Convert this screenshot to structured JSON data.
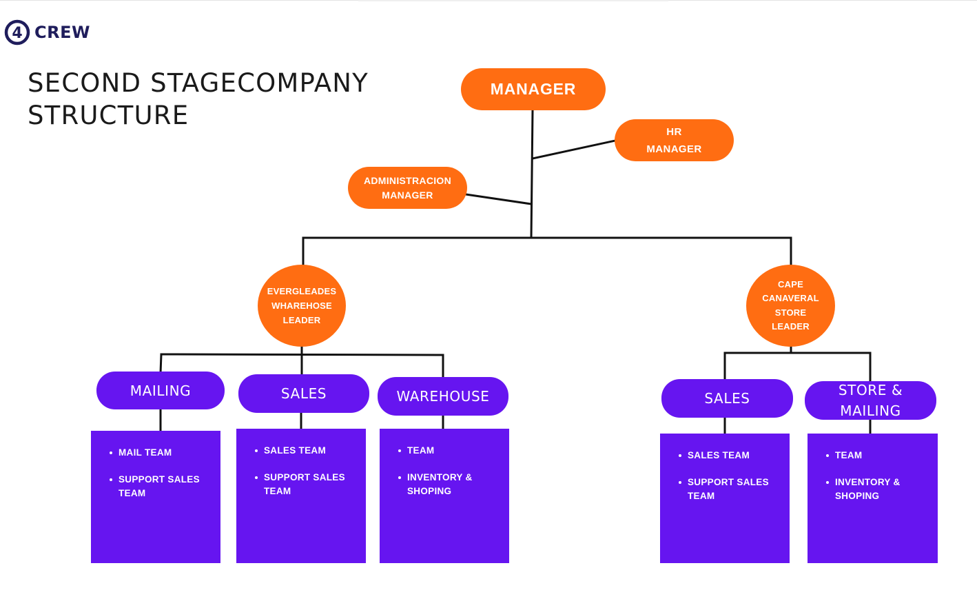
{
  "logo": {
    "text": "CREW",
    "mark_digit": "4",
    "color": "#1f1d5c"
  },
  "title": [
    "SECOND STAGECOMPANY",
    "STRUCTURE"
  ],
  "colors": {
    "orange": "#ff6d12",
    "purple": "#6615f0",
    "line": "#111111"
  },
  "nodes": {
    "manager": [
      "MANAGER"
    ],
    "hr": [
      "HR",
      "MANAGER"
    ],
    "admin": [
      "ADMINISTRACION",
      "MANAGER"
    ],
    "everglades": [
      "EVERGLEADES",
      "WHAREHOSE",
      "LEADER"
    ],
    "cape": [
      "CAPE",
      "CANAVERAL",
      "STORE",
      "LEADER"
    ]
  },
  "departments": {
    "mailing": [
      "MAILING"
    ],
    "sales_left": [
      "SALES"
    ],
    "warehouse": [
      "WAREHOUSE"
    ],
    "sales_right": [
      "SALES"
    ],
    "store": [
      "STORE &",
      "MAILING"
    ]
  },
  "boxes": {
    "mailing": [
      "MAIL TEAM",
      "SUPPORT SALES TEAM"
    ],
    "sales_left": [
      "SALES TEAM",
      "SUPPORT SALES TEAM"
    ],
    "warehouse": [
      "TEAM",
      "INVENTORY & SHOPING"
    ],
    "sales_right": [
      "SALES TEAM",
      "SUPPORT SALES TEAM"
    ],
    "store": [
      "TEAM",
      "INVENTORY & SHOPING"
    ]
  }
}
